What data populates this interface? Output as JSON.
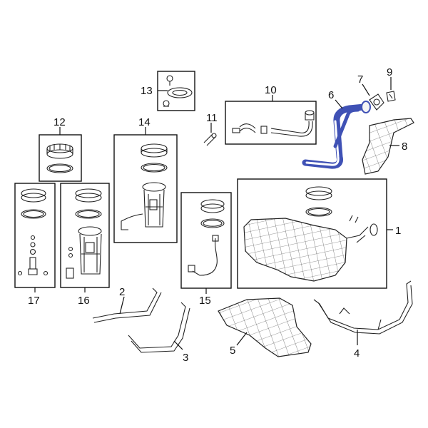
{
  "callouts": {
    "c1": "1",
    "c2": "2",
    "c3": "3",
    "c4": "4",
    "c5": "5",
    "c6": "6",
    "c7": "7",
    "c8": "8",
    "c9": "9",
    "c10": "10",
    "c11": "11",
    "c12": "12",
    "c13": "13",
    "c14": "14",
    "c15": "15",
    "c16": "16",
    "c17": "17"
  },
  "colors": {
    "highlight": "#3f51b5",
    "line": "#111111",
    "background": "#ffffff"
  }
}
